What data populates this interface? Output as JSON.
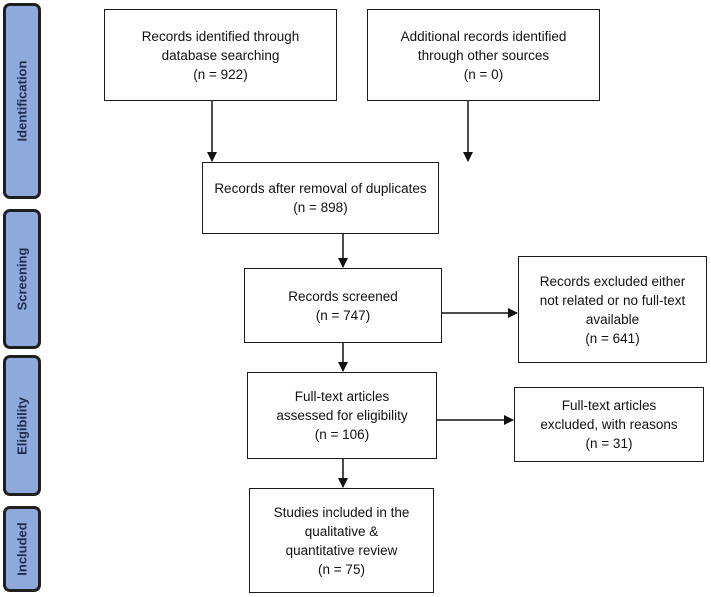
{
  "phases": {
    "identification": "Identification",
    "screening": "Screening",
    "eligibility": "Eligibility",
    "included": "Included"
  },
  "boxes": {
    "database": {
      "line1": "Records identified through",
      "line2": "database searching",
      "count": "(n = 922)"
    },
    "other_sources": {
      "line1": "Additional records identified",
      "line2": "through other sources",
      "count": "(n = 0)"
    },
    "after_duplicates": {
      "line1": "Records after removal of duplicates",
      "count": "(n = 898)"
    },
    "screened": {
      "line1": "Records screened",
      "count": "(n = 747)"
    },
    "excluded_screening": {
      "line1": "Records excluded either",
      "line2": "not related or no full-text",
      "line3": "available",
      "count": "(n = 641)"
    },
    "full_text": {
      "line1": "Full-text articles",
      "line2": "assessed for eligibility",
      "count": "(n = 106)"
    },
    "excluded_full_text": {
      "line1": "Full-text articles",
      "line2": "excluded, with reasons",
      "count": "(n = 31)"
    },
    "included": {
      "line1": "Studies included in the",
      "line2": "qualitative &",
      "line3": "quantitative review",
      "count": "(n = 75)"
    }
  },
  "colors": {
    "phase_fill": "#8ea9db",
    "phase_border": "#1f1f1f",
    "box_border": "#1a1a1a",
    "arrow": "#111111"
  }
}
